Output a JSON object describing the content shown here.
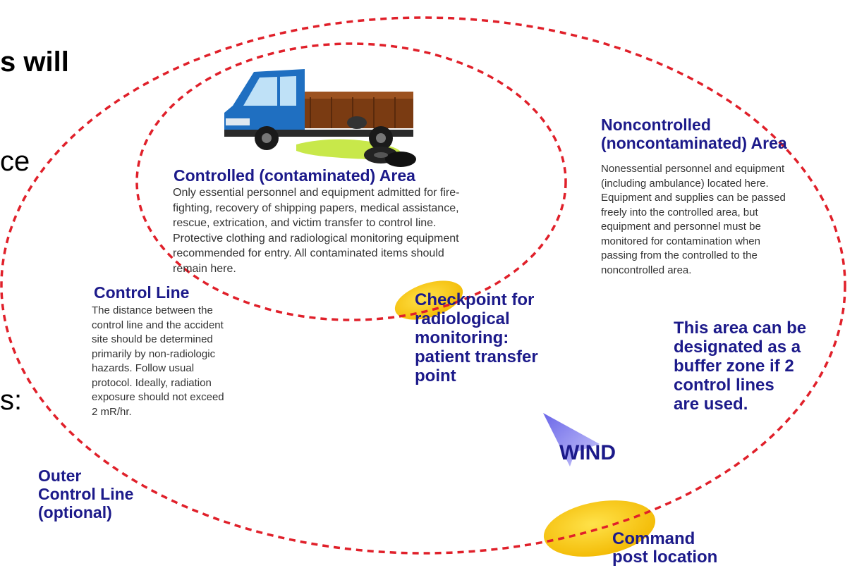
{
  "slide_fragments": {
    "heading_fragment": "s will",
    "left_fragment_1": "ce",
    "left_fragment_2": "s:"
  },
  "controlled_area": {
    "title": "Controlled (contaminated) Area",
    "body_lines": [
      "Only essential personnel and equipment admitted for fire-",
      "fighting, recovery of shipping papers, medical assistance,",
      "rescue, extrication, and victim transfer to control line.",
      "Protective clothing and radiological monitoring equipment",
      "recommended for entry. All contaminated items should",
      "remain here."
    ]
  },
  "noncontrolled_area": {
    "title_lines": [
      "Noncontrolled",
      "(noncontaminated) Area"
    ],
    "body_lines": [
      "Nonessential personnel and equipment",
      "(including ambulance) located here.",
      "Equipment and supplies can be passed",
      "freely into the controlled area, but",
      "equipment and personnel must be",
      "monitored for contamination when",
      "passing from the controlled to the",
      "noncontrolled area."
    ]
  },
  "control_line": {
    "title": "Control Line",
    "body_lines": [
      "The distance between the",
      "control line and the accident",
      "site should be determined",
      "primarily by non-radiologic",
      "hazards. Follow usual",
      "protocol. Ideally, radiation",
      "exposure should not exceed",
      "2 mR/hr."
    ]
  },
  "checkpoint": {
    "lines": [
      "Checkpoint for",
      "radiological",
      "monitoring:",
      "patient transfer",
      "point"
    ]
  },
  "buffer_zone": {
    "lines": [
      "This area can be",
      "designated as a",
      "buffer zone if 2",
      "control lines",
      "are used."
    ]
  },
  "wind": {
    "label": "WIND"
  },
  "outer_control_line": {
    "lines": [
      "Outer",
      "Control Line",
      "(optional)"
    ]
  },
  "command_post": {
    "lines": [
      "Command",
      "post location"
    ]
  },
  "colors": {
    "dashed_line": "#e0202a",
    "label_blue": "#1c1a8a",
    "marker_yellow": "#f5c400",
    "wind_arrow": "#8f8cf0",
    "truck_cab": "#1f6fc1",
    "truck_bed": "#7a3b12"
  }
}
